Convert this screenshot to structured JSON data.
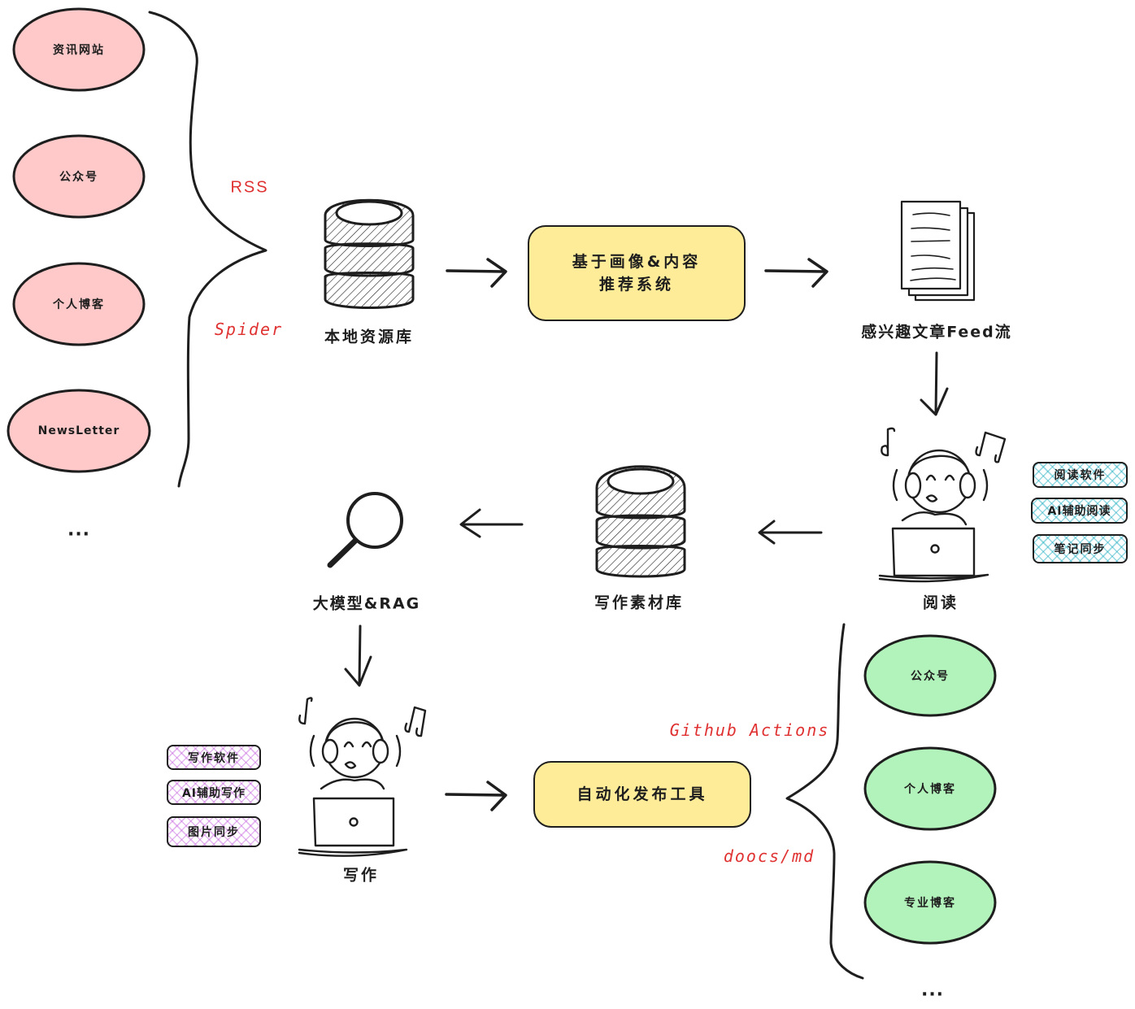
{
  "colors": {
    "stroke": "#1e1e1e",
    "source_fill": "#ffc9c9",
    "target_fill": "#b2f2bb",
    "process_fill": "#ffec99",
    "annotation": "#e03131",
    "reading_tools_hatch": "#15aabf",
    "writing_tools_hatch": "#be4bdb"
  },
  "sources": {
    "items": [
      "资讯网站",
      "公众号",
      "个人博客",
      "NewsLetter"
    ],
    "more": "..."
  },
  "ingest_methods": {
    "rss": "RSS",
    "spider": "Spider"
  },
  "local_store": {
    "label": "本地资源库",
    "icon": "database-icon"
  },
  "recommender": {
    "line1": "基于画像&内容",
    "line2": "推荐系统"
  },
  "feed": {
    "label": "感兴趣文章Feed流",
    "icon": "documents-icon"
  },
  "reading": {
    "label": "阅读",
    "icon": "person-with-headphones-laptop-icon",
    "tools": [
      "阅读软件",
      "AI辅助阅读",
      "笔记同步"
    ]
  },
  "writing_store": {
    "label": "写作素材库",
    "icon": "database-icon"
  },
  "llm": {
    "label": "大模型&RAG",
    "icon": "magnifier-icon"
  },
  "writing": {
    "label": "写作",
    "icon": "person-with-headphones-laptop-icon",
    "tools": [
      "写作软件",
      "AI辅助写作",
      "图片同步"
    ]
  },
  "publisher": {
    "label": "自动化发布工具"
  },
  "publish_methods": {
    "github_actions": "Github Actions",
    "doocs": "doocs/md"
  },
  "targets": {
    "items": [
      "公众号",
      "个人博客",
      "专业博客"
    ],
    "more": "..."
  }
}
